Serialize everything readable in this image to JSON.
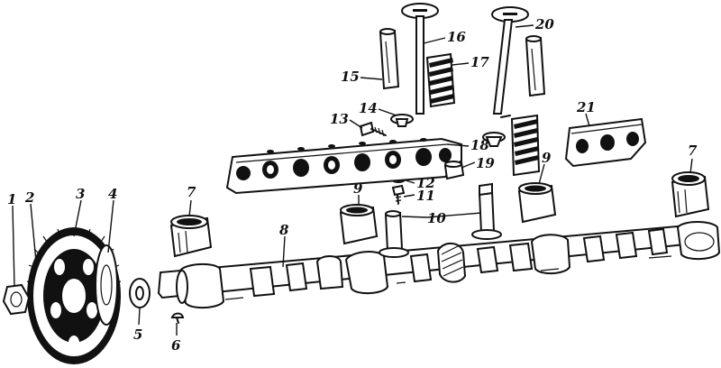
{
  "labels": {
    "l1": "1",
    "l2": "2",
    "l3": "3",
    "l4": "4",
    "l5": "5",
    "l6": "6",
    "l7a": "7",
    "l7b": "7",
    "l8": "8",
    "l9a": "9",
    "l9b": "9",
    "l10": "10",
    "l11": "11",
    "l12": "12",
    "l13": "13",
    "l14": "14",
    "l15": "15",
    "l16": "16",
    "l17": "17",
    "l18": "18",
    "l19": "19",
    "l20": "20",
    "l21": "21"
  }
}
